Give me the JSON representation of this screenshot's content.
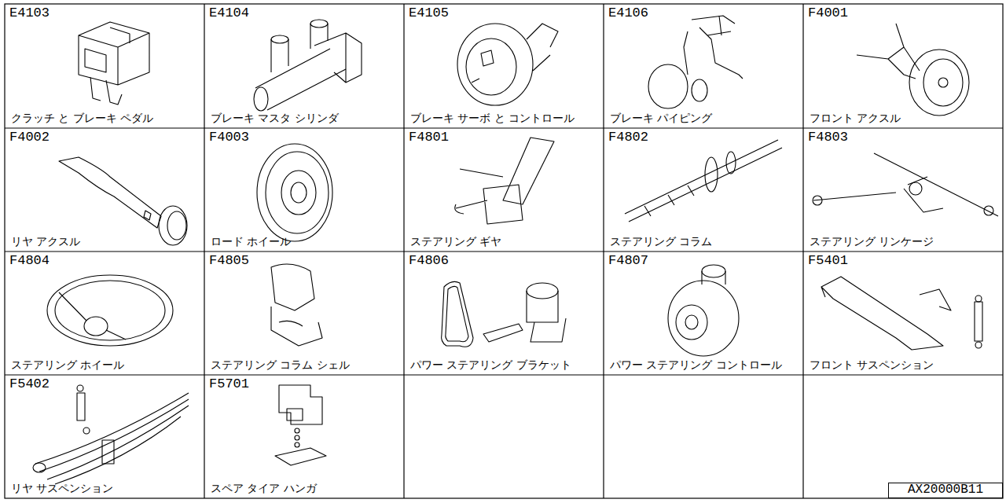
{
  "diagram": {
    "nodes": [
      {
        "text": [
          "E4103",
          "クラッチ と ブレーキ ペダル"
        ]
      },
      {
        "text": [
          "E4104",
          "ブレーキ マスタ シリンダ"
        ]
      },
      {
        "text": [
          "E4105",
          "ブレーキ サーボ と コントロール"
        ]
      },
      {
        "text": [
          "E4106",
          "ブレーキ パイピング"
        ]
      },
      {
        "text": [
          "F4001",
          "フロント アクスル"
        ]
      },
      {
        "text": [
          "F4002",
          "リヤ アクスル"
        ]
      },
      {
        "text": [
          "F4003",
          "ロード ホイール"
        ]
      },
      {
        "text": [
          "F4801",
          "ステアリング ギヤ"
        ]
      },
      {
        "text": [
          "F4802",
          "ステアリング コラム"
        ]
      },
      {
        "text": [
          "F4803",
          "ステアリング リンケージ"
        ]
      },
      {
        "text": [
          "F4804",
          "ステアリング ホイール"
        ]
      },
      {
        "text": [
          "F4805",
          "ステアリング コラム シェル"
        ]
      },
      {
        "text": [
          "F4806",
          "パワー ステアリング ブラケット"
        ]
      },
      {
        "text": [
          "F4807",
          "パワー ステアリング コントロール"
        ]
      },
      {
        "text": [
          "F5401",
          "フロント サスペンション"
        ]
      },
      {
        "text": [
          "F5402",
          "リヤ サスペンション"
        ]
      },
      {
        "text": [
          "F5701",
          "スペア タイア ハンガ"
        ]
      },
      {
        "text": [
          "AX20000B11"
        ]
      }
    ]
  }
}
